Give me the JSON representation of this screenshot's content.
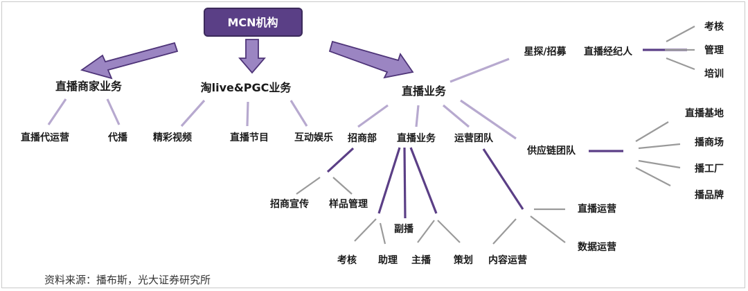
{
  "root": {
    "label": "MCN机构"
  },
  "nodes": {
    "merchant": "直播商家业务",
    "merchant_ops": "直播代运营",
    "proxy": "代播",
    "taobao": "淘live&PGC业务",
    "video": "精彩视频",
    "program": "直播节目",
    "ent": "互动娱乐",
    "live": "直播业务",
    "recruit": "星探/招募",
    "agent": "直播经纪人",
    "assess": "考核",
    "manage": "管理",
    "train": "培训",
    "invest": "招商部",
    "promo": "招商宣传",
    "sample": "样品管理",
    "live_sub": "直播业务",
    "assess2": "考核",
    "assistant": "助理",
    "deputy": "副播",
    "host": "主播",
    "plan": "策划",
    "ops": "运营团队",
    "content_ops": "内容运营",
    "live_ops": "直播运营",
    "data_ops": "数据运营",
    "supply": "供应链团队",
    "base": "直播基地",
    "venue": "播商场",
    "factory": "播工厂",
    "brand": "播品牌"
  },
  "source": "资料来源：播布斯，光大证券研究所",
  "colors": {
    "root_fill": "#5a3f86",
    "accent": "#5b3f86",
    "light": "#b7a9cf",
    "line": "#9a9a9a"
  }
}
